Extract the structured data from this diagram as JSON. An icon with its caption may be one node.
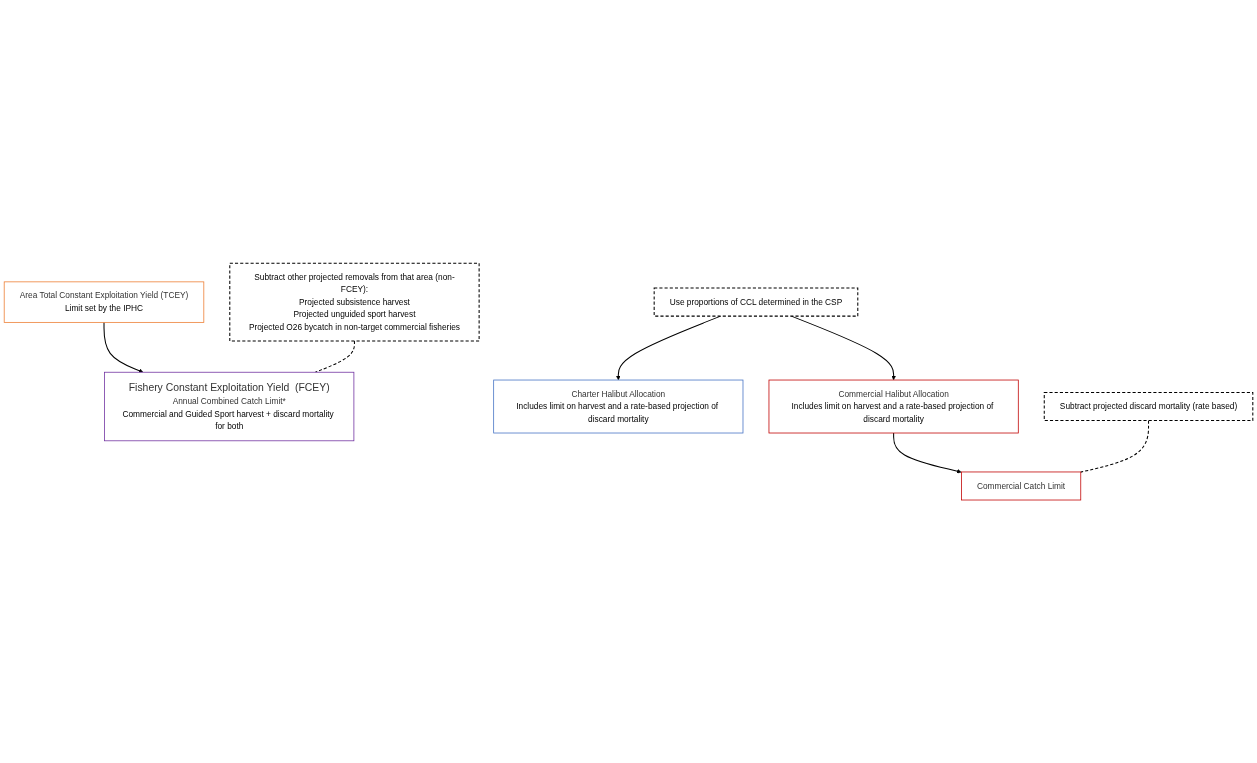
{
  "diagram": {
    "nodes": [
      {
        "text": [
          "Area Total Constant Exploitation Yield  (TCEY)",
          "Limit set by the IPHC"
        ]
      },
      {
        "text": [
          "Subtract other projected removals from that area (non-FCEY):",
          "Projected subsistence harvest",
          "Projected unguided sport harvest",
          "Projected O26 bycatch in non-target commercial fisheries"
        ]
      },
      {
        "text": [
          "Fishery Constant Exploitation Yield  (FCEY)",
          "Annual Combined Catch Limit*",
          "Commercial and Guided Sport harvest + discard mortality for both"
        ]
      },
      {
        "text": [
          "Use proportions of CCL determined in the CSP"
        ]
      },
      {
        "text": [
          "Charter Halibut Allocation",
          "Includes limit on harvest and a rate-based projection of discard mortality"
        ]
      },
      {
        "text": [
          "Commercial Halibut Allocation",
          "Includes limit on harvest and a rate-based projection of discard mortality"
        ]
      },
      {
        "text": [
          "Subtract projected discard mortality (rate based)"
        ]
      },
      {
        "text": [
          "Commercial Catch Limit"
        ]
      }
    ],
    "edges": [
      {
        "from": 0,
        "to": 2,
        "arrow": "to"
      },
      {
        "from": 1,
        "to": 2,
        "arrow": "none",
        "style": "dashed"
      },
      {
        "from": 3,
        "to": 4,
        "arrow": "to"
      },
      {
        "from": 3,
        "to": 5,
        "arrow": "to"
      },
      {
        "from": 5,
        "to": 7,
        "arrow": "to"
      },
      {
        "from": 6,
        "to": 7,
        "arrow": "none",
        "style": "dashed"
      }
    ]
  }
}
